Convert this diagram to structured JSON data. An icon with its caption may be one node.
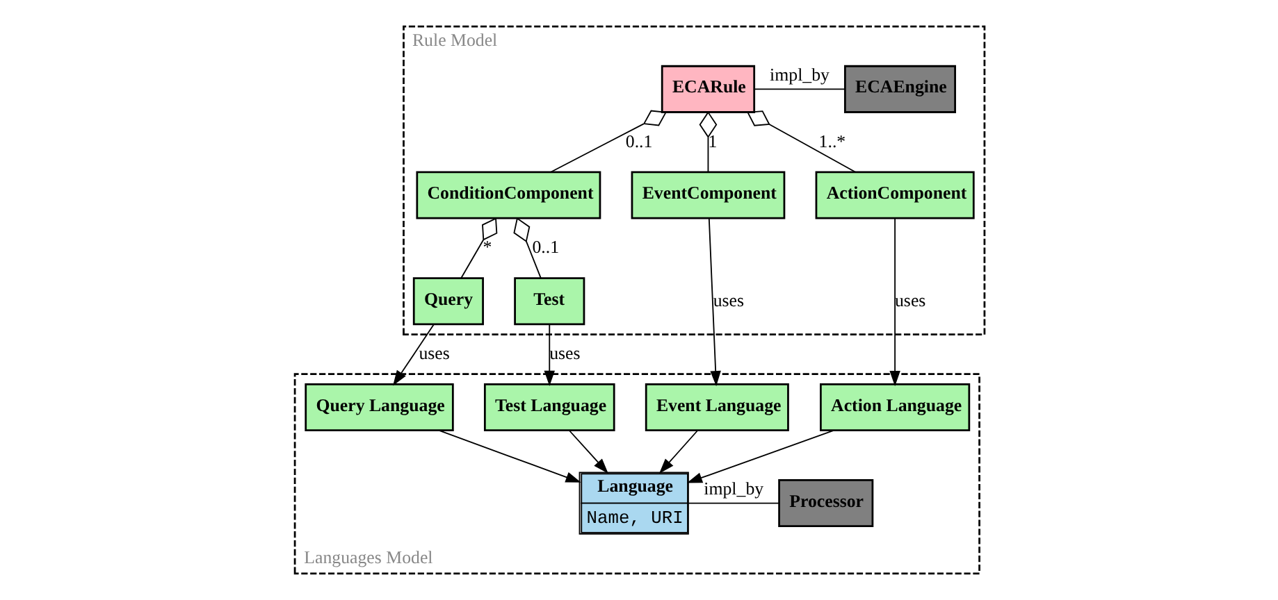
{
  "diagram": {
    "nodes": [
      {
        "text": [
          "Rule Model"
        ]
      },
      {
        "text": [
          "ECARule"
        ],
        "in": 0
      },
      {
        "text": [
          "ECAEngine"
        ],
        "in": 0
      },
      {
        "text": [
          "EventComponent"
        ],
        "in": 0
      },
      {
        "text": [
          "ConditionComponent"
        ],
        "in": 0
      },
      {
        "text": [
          "ActionComponent"
        ],
        "in": 0
      },
      {
        "text": [
          "Query"
        ],
        "in": 0
      },
      {
        "text": [
          "Test"
        ],
        "in": 0
      },
      {
        "text": [
          "Languages Model"
        ]
      },
      {
        "text": [
          "Event Language"
        ],
        "in": 8
      },
      {
        "text": [
          "Query Language"
        ],
        "in": 8
      },
      {
        "text": [
          "Test Language"
        ],
        "in": 8
      },
      {
        "text": [
          "Action Language"
        ],
        "in": 8
      },
      {
        "text": [
          "Language",
          "Name, URI"
        ],
        "in": 8
      },
      {
        "text": [
          "Processor"
        ],
        "in": 8
      }
    ],
    "edges": [
      {
        "from": 1,
        "to": 2,
        "arrow": "none",
        "label": "impl_by"
      },
      {
        "from": 3,
        "to": 1,
        "arrow": "other",
        "label": "1"
      },
      {
        "from": 4,
        "to": 1,
        "arrow": "other",
        "label": "0..1"
      },
      {
        "from": 5,
        "to": 1,
        "arrow": "other",
        "label": "1..*"
      },
      {
        "from": 6,
        "to": 4,
        "arrow": "other",
        "label": "*"
      },
      {
        "from": 7,
        "to": 4,
        "arrow": "other",
        "label": "0..1"
      },
      {
        "from": 3,
        "to": 9,
        "arrow": "to",
        "label": "uses"
      },
      {
        "from": 6,
        "to": 10,
        "arrow": "to",
        "label": "uses"
      },
      {
        "from": 7,
        "to": 11,
        "arrow": "to",
        "label": "uses"
      },
      {
        "from": 5,
        "to": 12,
        "arrow": "to",
        "label": "uses"
      },
      {
        "from": 9,
        "to": 13,
        "arrow": "to"
      },
      {
        "from": 10,
        "to": 13,
        "arrow": "to"
      },
      {
        "from": 11,
        "to": 13,
        "arrow": "to"
      },
      {
        "from": 12,
        "to": 13,
        "arrow": "to"
      },
      {
        "from": 13,
        "to": 14,
        "arrow": "none",
        "label": "impl_by"
      }
    ]
  }
}
